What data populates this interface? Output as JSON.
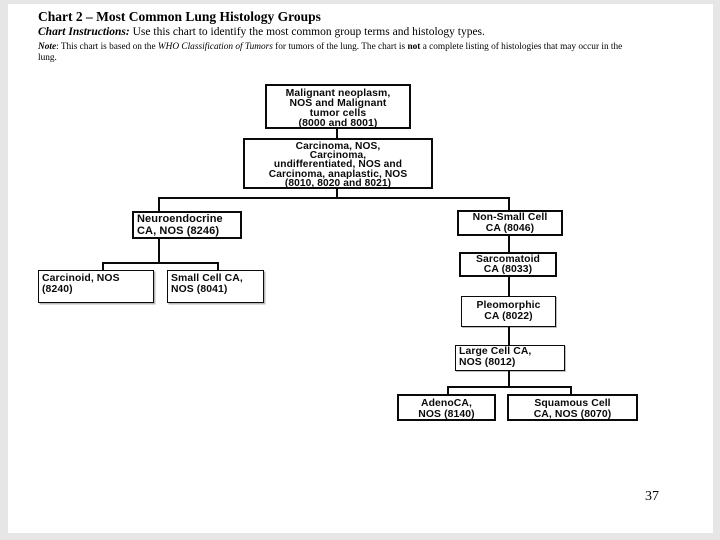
{
  "slide": {
    "title": "Chart 2 – Most Common Lung Histology Groups",
    "instructions_label": "Chart Instructions:",
    "instructions_text": " Use this chart to identify the most common group terms and histology types.",
    "note": {
      "label": "Note",
      "pre": ":  This chart is based on the ",
      "italic": "WHO Classification of Tumors",
      "mid": " for tumors of the lung. The chart is ",
      "bold": "not",
      "post": " a complete listing of histologies that may occur in the",
      "line2": "lung."
    },
    "page_number": "37"
  },
  "diagram": {
    "type": "flowchart",
    "nodes": [
      {
        "id": "malignant-neoplasm",
        "lines": [
          "Malignant neoplasm,",
          "NOS and Malignant",
          "tumor cells",
          "(8000 and 8001)"
        ],
        "codes": "8000, 8001"
      },
      {
        "id": "carcinoma-nos",
        "lines": [
          "Carcinoma, NOS,",
          "Carcinoma,",
          "undifferentiated, NOS and",
          "Carcinoma, anaplastic, NOS",
          "(8010, 8020 and 8021)"
        ],
        "codes": "8010, 8020, 8021"
      },
      {
        "id": "neuroendocrine",
        "lines": [
          "Neuroendocrine",
          "CA, NOS (8246)"
        ],
        "codes": "8246"
      },
      {
        "id": "non-small-cell",
        "lines": [
          "Non-Small Cell",
          "CA (8046)"
        ],
        "codes": "8046"
      },
      {
        "id": "carcinoid",
        "lines": [
          "Carcinoid, NOS",
          "(8240)"
        ],
        "codes": "8240"
      },
      {
        "id": "small-cell",
        "lines": [
          "Small Cell CA,",
          "NOS (8041)"
        ],
        "codes": "8041"
      },
      {
        "id": "sarcomatoid",
        "lines": [
          "Sarcomatoid",
          "CA (8033)"
        ],
        "codes": "8033"
      },
      {
        "id": "pleomorphic",
        "lines": [
          "Pleomorphic",
          "CA (8022)"
        ],
        "codes": "8022"
      },
      {
        "id": "large-cell",
        "lines": [
          "Large Cell CA,",
          "NOS (8012)"
        ],
        "codes": "8012"
      },
      {
        "id": "adenoca",
        "lines": [
          "AdenoCA,",
          "NOS (8140)"
        ],
        "codes": "8140"
      },
      {
        "id": "squamous-cell",
        "lines": [
          "Squamous Cell",
          "CA, NOS (8070)"
        ],
        "codes": "8070"
      }
    ],
    "edges": [
      {
        "from": "malignant-neoplasm",
        "to": "carcinoma-nos"
      },
      {
        "from": "carcinoma-nos",
        "to": "neuroendocrine"
      },
      {
        "from": "carcinoma-nos",
        "to": "non-small-cell"
      },
      {
        "from": "neuroendocrine",
        "to": "carcinoid"
      },
      {
        "from": "neuroendocrine",
        "to": "small-cell"
      },
      {
        "from": "non-small-cell",
        "to": "sarcomatoid"
      },
      {
        "from": "sarcomatoid",
        "to": "pleomorphic"
      },
      {
        "from": "pleomorphic",
        "to": "large-cell"
      },
      {
        "from": "large-cell",
        "to": "adenoca"
      },
      {
        "from": "large-cell",
        "to": "squamous-cell"
      }
    ],
    "colors": {
      "box_border": "#0a0a0a",
      "box_fill": "#ffffff",
      "text": "#000000"
    }
  }
}
